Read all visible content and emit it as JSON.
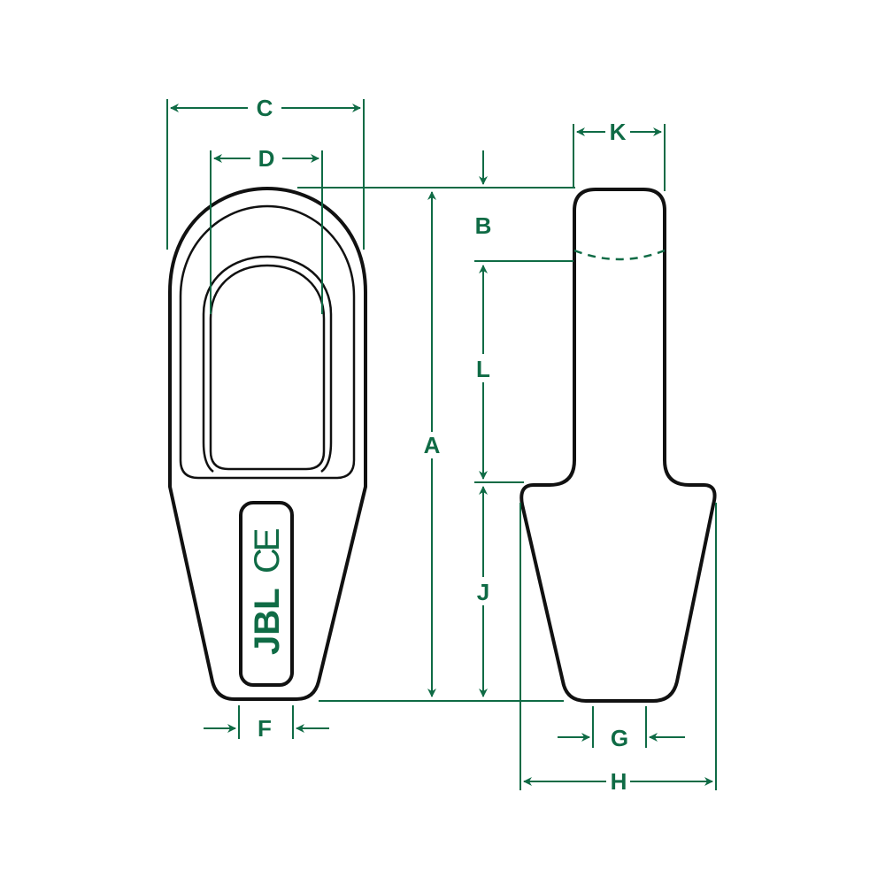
{
  "diagram": {
    "title": "Spelter socket dimension drawing",
    "colors": {
      "dimension": "#0f6b45",
      "outline": "#111111",
      "background": "#ffffff"
    },
    "front_view": {
      "dimensions": {
        "C": "C",
        "D": "D",
        "F": "F",
        "A": "A"
      },
      "marking": {
        "brand": "JBL",
        "cert": "CE"
      }
    },
    "side_view": {
      "dimensions": {
        "K": "K",
        "B": "B",
        "L": "L",
        "J": "J",
        "G": "G",
        "H": "H"
      }
    }
  }
}
